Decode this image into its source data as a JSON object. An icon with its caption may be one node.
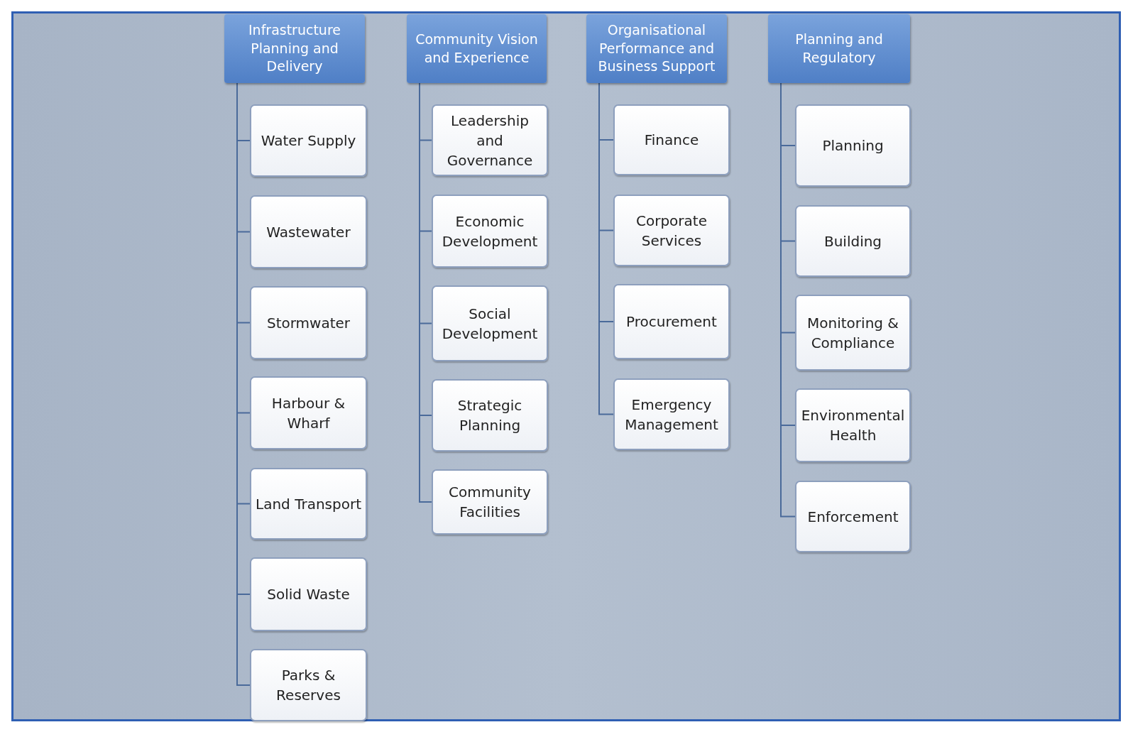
{
  "diagram": {
    "nodes": [
      {
        "text": [
          "Infrastructure Planning and Delivery"
        ]
      },
      {
        "text": [
          "Water Supply"
        ]
      },
      {
        "text": [
          "Wastewater"
        ]
      },
      {
        "text": [
          "Stormwater"
        ]
      },
      {
        "text": [
          "Harbour & Wharf"
        ]
      },
      {
        "text": [
          "Land Transport"
        ]
      },
      {
        "text": [
          "Solid Waste"
        ]
      },
      {
        "text": [
          "Parks & Reserves"
        ]
      },
      {
        "text": [
          "Community Vision and Experience"
        ]
      },
      {
        "text": [
          "Leadership and Governance"
        ]
      },
      {
        "text": [
          "Economic Development"
        ]
      },
      {
        "text": [
          "Social Development"
        ]
      },
      {
        "text": [
          "Strategic Planning"
        ]
      },
      {
        "text": [
          "Community Facilities"
        ]
      },
      {
        "text": [
          "Organisational Performance and Business Support"
        ]
      },
      {
        "text": [
          "Finance"
        ]
      },
      {
        "text": [
          "Corporate Services"
        ]
      },
      {
        "text": [
          "Procurement"
        ]
      },
      {
        "text": [
          "Emergency Management"
        ]
      },
      {
        "text": [
          "Planning and Regulatory"
        ]
      },
      {
        "text": [
          "Planning"
        ]
      },
      {
        "text": [
          "Building"
        ]
      },
      {
        "text": [
          "Monitoring & Compliance"
        ]
      },
      {
        "text": [
          "Environmental Health"
        ]
      },
      {
        "text": [
          "Enforcement"
        ]
      }
    ],
    "edges": [
      {
        "from": 0,
        "to": 1,
        "arrow": "none"
      },
      {
        "from": 0,
        "to": 2,
        "arrow": "none"
      },
      {
        "from": 0,
        "to": 3,
        "arrow": "none"
      },
      {
        "from": 0,
        "to": 4,
        "arrow": "none"
      },
      {
        "from": 0,
        "to": 5,
        "arrow": "none"
      },
      {
        "from": 0,
        "to": 6,
        "arrow": "none"
      },
      {
        "from": 0,
        "to": 7,
        "arrow": "none"
      },
      {
        "from": 8,
        "to": 9,
        "arrow": "none"
      },
      {
        "from": 8,
        "to": 10,
        "arrow": "none"
      },
      {
        "from": 8,
        "to": 11,
        "arrow": "none"
      },
      {
        "from": 8,
        "to": 12,
        "arrow": "none"
      },
      {
        "from": 8,
        "to": 13,
        "arrow": "none"
      },
      {
        "from": 14,
        "to": 15,
        "arrow": "none"
      },
      {
        "from": 14,
        "to": 16,
        "arrow": "none"
      },
      {
        "from": 14,
        "to": 17,
        "arrow": "none"
      },
      {
        "from": 14,
        "to": 18,
        "arrow": "none"
      },
      {
        "from": 19,
        "to": 20,
        "arrow": "none"
      },
      {
        "from": 19,
        "to": 21,
        "arrow": "none"
      },
      {
        "from": 19,
        "to": 22,
        "arrow": "none"
      },
      {
        "from": 19,
        "to": 23,
        "arrow": "none"
      },
      {
        "from": 19,
        "to": 24,
        "arrow": "none"
      }
    ]
  }
}
